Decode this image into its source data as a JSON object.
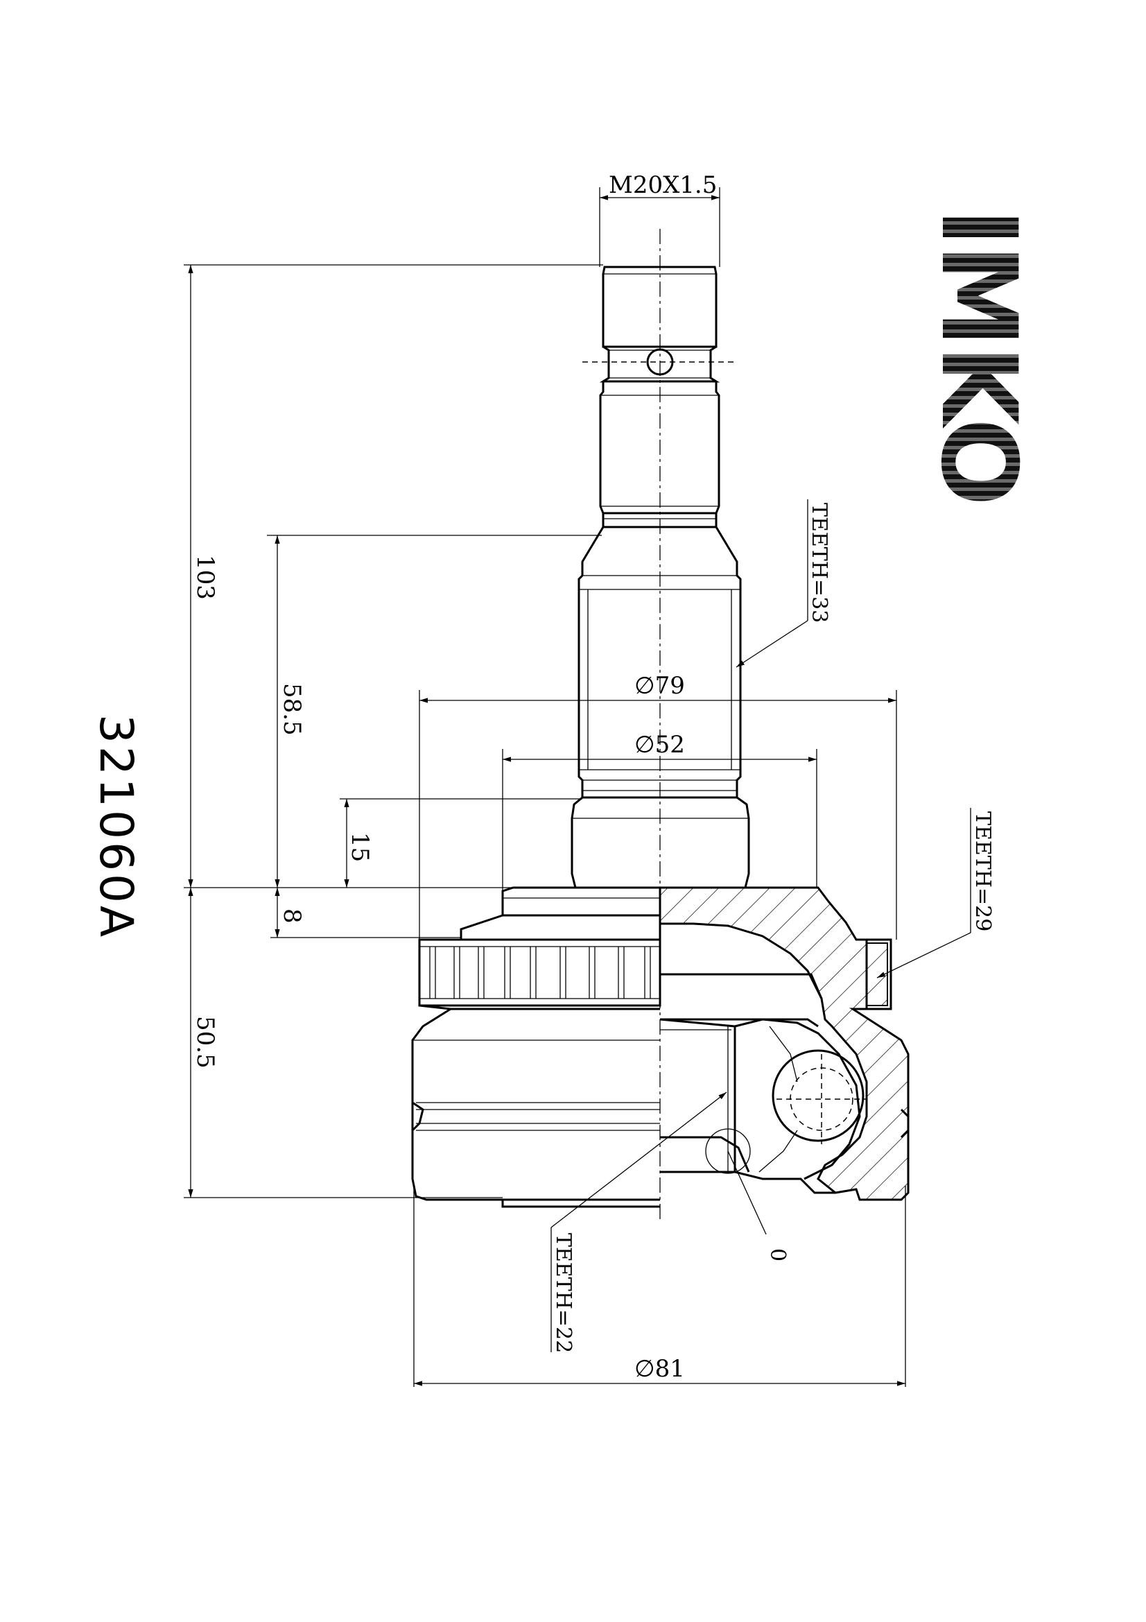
{
  "part_number": "321060A",
  "brand": "IMKO",
  "dimensions": {
    "thread": "M20X1.5",
    "overall_length": "103",
    "shaft_length": "58.5",
    "shoulder_length": "15",
    "flange_width": "8",
    "body_length": "50.5",
    "abs_ring_diameter": "∅79",
    "flange_diameter": "∅52",
    "body_diameter": "∅81"
  },
  "callouts": {
    "spline_teeth": "TEETH=33",
    "abs_teeth": "TEETH=29",
    "inner_teeth": "TEETH=22",
    "ring_label": "0"
  },
  "colors": {
    "ink": "#000000",
    "paper": "#ffffff"
  }
}
